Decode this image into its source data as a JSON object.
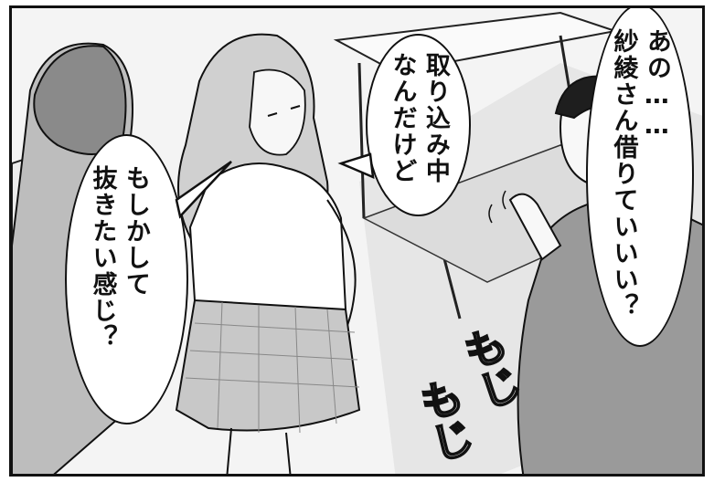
{
  "panel": {
    "bubble_left": {
      "text": "もしかして\n抜きたい感じ？"
    },
    "bubble_center": {
      "text": "取り込み中\nなんだけど"
    },
    "bubble_right": {
      "text": "あの……\n紗綾さん借りていいい？"
    },
    "sfx": {
      "text_1": "もじ",
      "text_2": "もじ"
    }
  }
}
